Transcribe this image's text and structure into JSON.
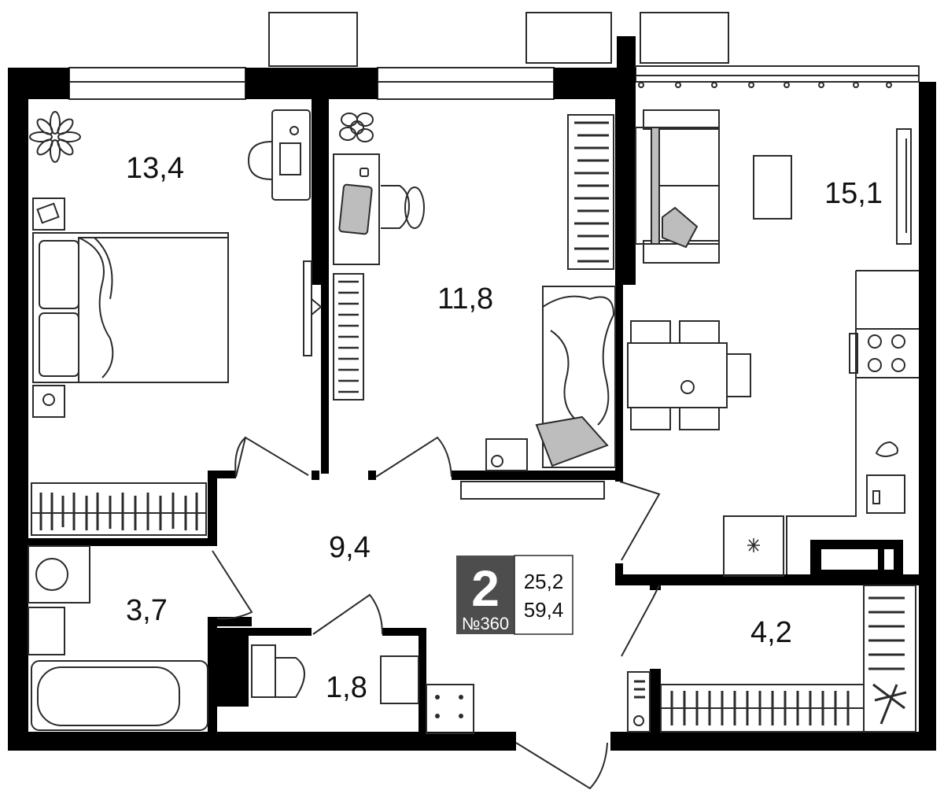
{
  "rooms": {
    "bedroom": "13,4",
    "second_room": "11,8",
    "kitchen_living": "15,1",
    "hall": "9,4",
    "bathroom": "3,7",
    "wc": "1,8",
    "wardrobe": "4,2"
  },
  "badge": {
    "rooms_count": "2",
    "apartment_number": "№360",
    "living_area": "25,2",
    "total_area": "59,4"
  },
  "colors": {
    "wall": "#000000",
    "badge_bg": "#4d4d4d",
    "furniture_grey": "#bdbdbd"
  }
}
